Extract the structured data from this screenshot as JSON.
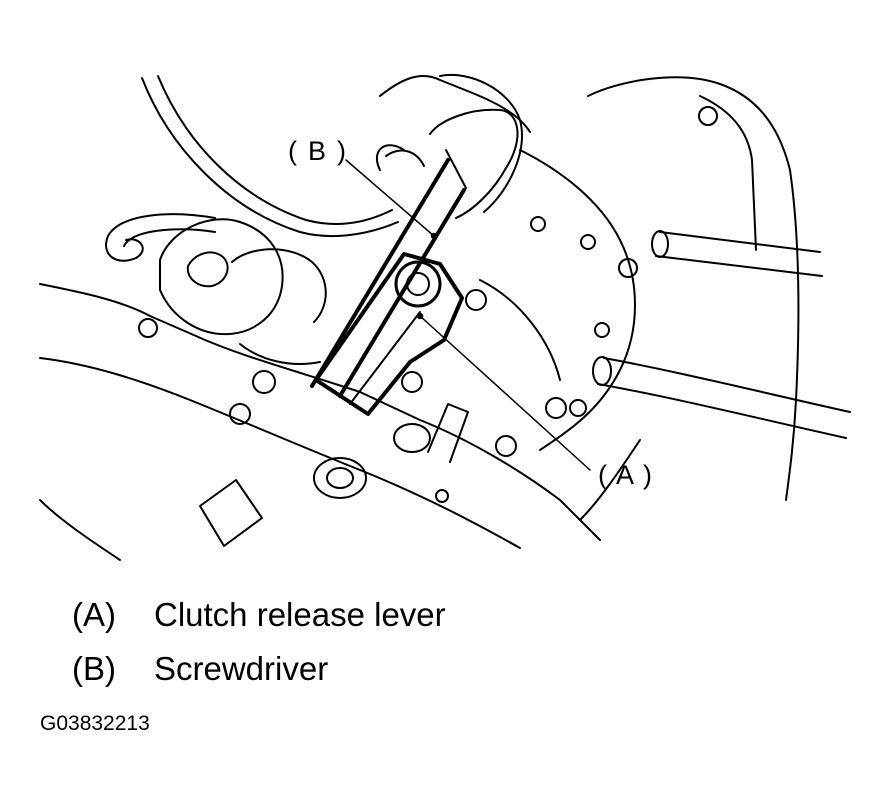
{
  "callouts": {
    "a": "(A)",
    "b": "(B)"
  },
  "legend": [
    {
      "key": "(A)",
      "label": "Clutch release lever"
    },
    {
      "key": "(B)",
      "label": "Screwdriver"
    }
  ],
  "figure_code": "G03832213"
}
